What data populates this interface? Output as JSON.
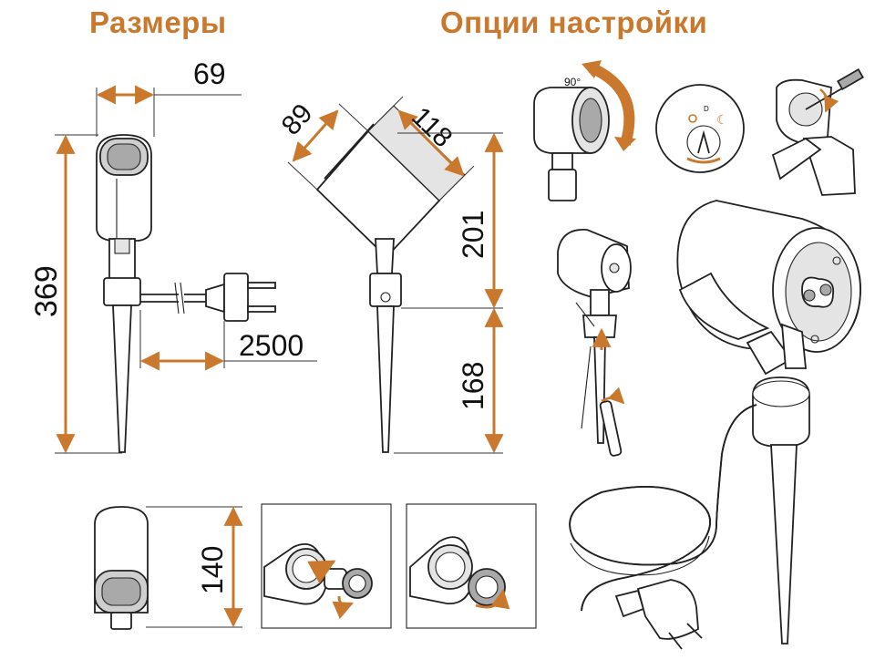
{
  "headings": {
    "dimensions": "Размеры",
    "options": "Опции настройки"
  },
  "dimensions": {
    "width": "69",
    "height_total": "369",
    "cable": "2500",
    "head_side": "89",
    "head_length": "118",
    "upper_height": "201",
    "spike_height": "168",
    "housing_height": "140"
  },
  "options": {
    "rotation_label": "90°",
    "sensor_day_night": "D"
  },
  "colors": {
    "accent": "#C9782E",
    "heading": "#C9782E",
    "line": "#222222",
    "text": "#111111"
  }
}
